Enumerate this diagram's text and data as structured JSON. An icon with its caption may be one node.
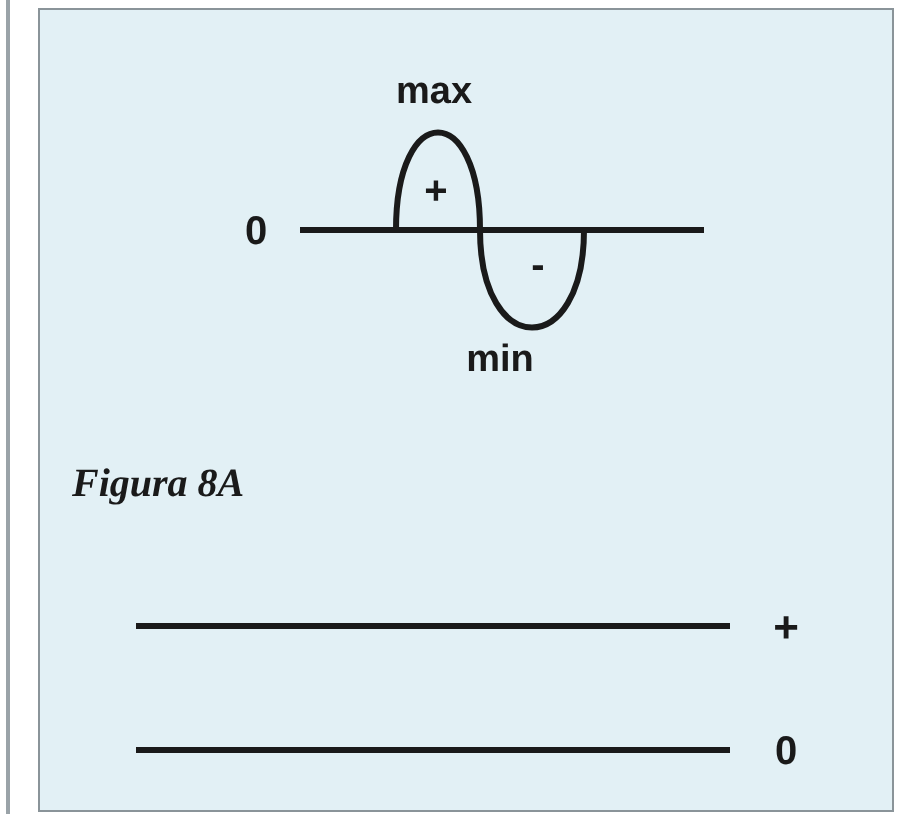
{
  "diagram": {
    "caption": "Figura 8A",
    "labels": [
      "max",
      "0",
      "+",
      "-",
      "min",
      "+",
      "0"
    ]
  }
}
